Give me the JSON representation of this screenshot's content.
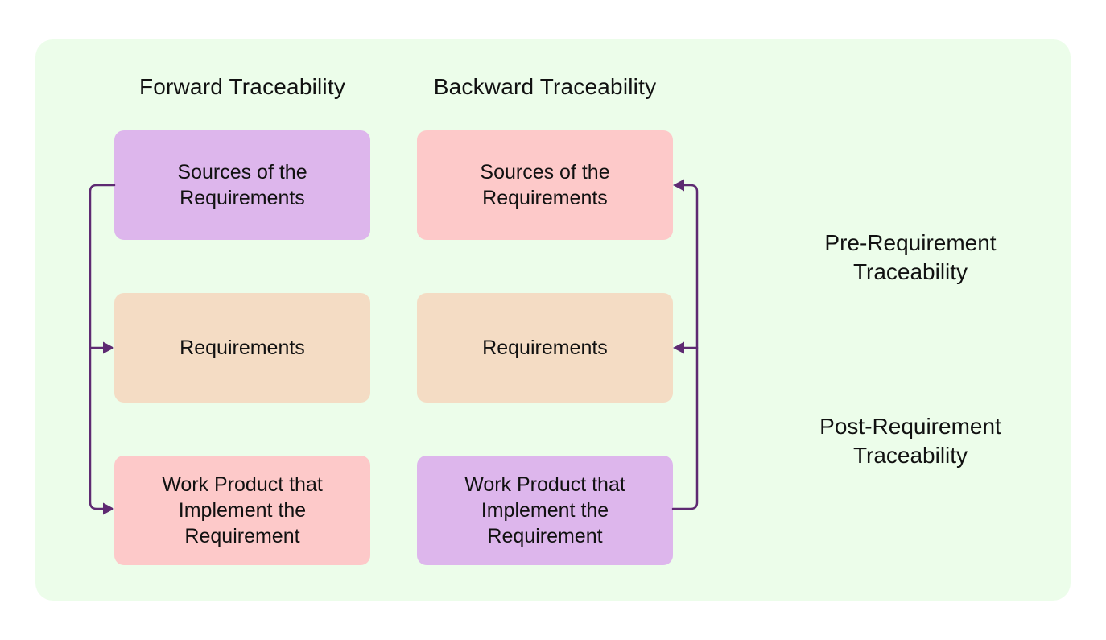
{
  "colors": {
    "panel_background": "#ecfdea",
    "source_forward": "#ddb6ec",
    "requirements": "#f4dcc4",
    "work_product_forward": "#fdc9c9",
    "source_backward": "#fdc9c9",
    "work_product_backward": "#ddb6ec",
    "arrow": "#5e2a72"
  },
  "forward": {
    "heading": "Forward Traceability",
    "sources": "Sources of the Requirements",
    "requirements": "Requirements",
    "work_product": "Work Product that Implement the Requirement"
  },
  "backward": {
    "heading": "Backward Traceability",
    "sources": "Sources of the Requirements",
    "requirements": "Requirements",
    "work_product": "Work Product that Implement the Requirement"
  },
  "labels": {
    "pre_line1": "Pre-Requirement",
    "pre_line2": "Traceability",
    "post_line1": "Post-Requirement",
    "post_line2": "Traceability"
  },
  "connectors": [
    {
      "from": "forward.sources",
      "to": "forward.requirements",
      "direction": "down"
    },
    {
      "from": "forward.sources",
      "to": "forward.work_product",
      "direction": "down"
    },
    {
      "from": "backward.work_product",
      "to": "backward.requirements",
      "direction": "up"
    },
    {
      "from": "backward.work_product",
      "to": "backward.sources",
      "direction": "up"
    }
  ]
}
